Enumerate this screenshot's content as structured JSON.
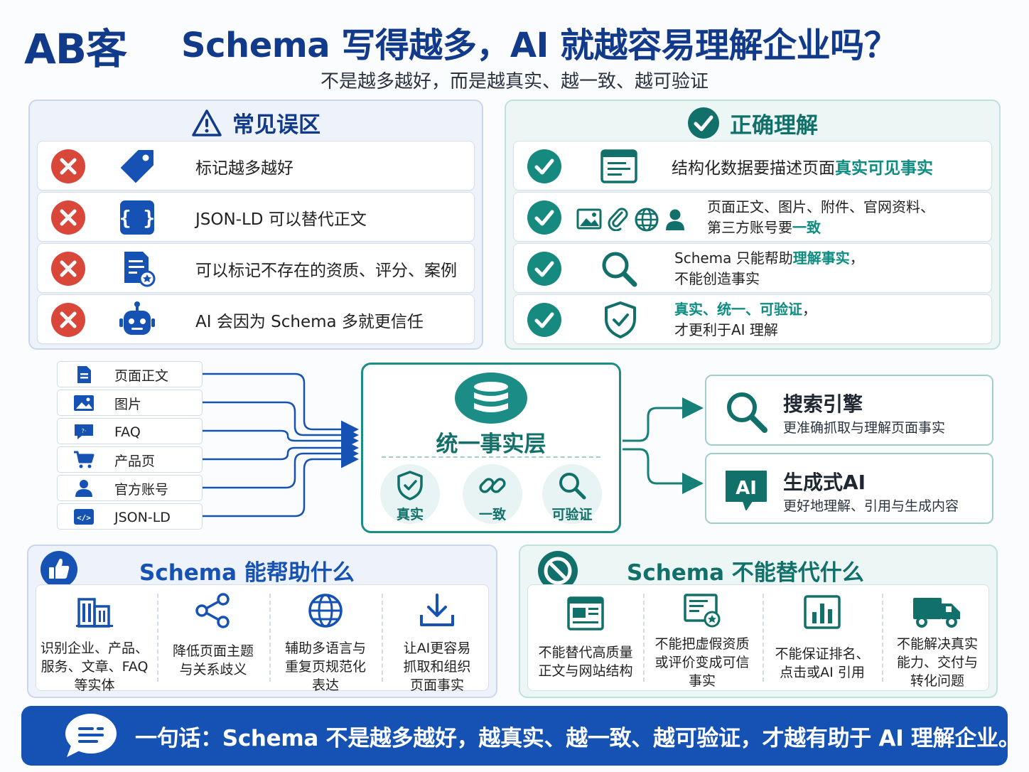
{
  "header": {
    "brand": "AB客",
    "title": "Schema 写得越多，AI 就越容易理解企业吗？",
    "subtitle": "不是越多越好，而是越真实、越一致、越可验证"
  },
  "colors": {
    "navy": "#123a8a",
    "blue": "#1552b4",
    "teal": "#12706a",
    "red": "#d8473a"
  },
  "myths": {
    "title": "常见误区",
    "items": [
      {
        "text": "标记越多越好",
        "icon": "tag-icon"
      },
      {
        "text": "JSON-LD 可以替代正文",
        "icon": "code-braces-icon"
      },
      {
        "text": "可以标记不存在的资质、评分、案例",
        "icon": "certificate-icon"
      },
      {
        "text": "AI 会因为 Schema 多就更信任",
        "icon": "robot-icon"
      }
    ]
  },
  "truths": {
    "title": "正确理解",
    "items": [
      {
        "pre": "结构化数据要描述页面",
        "hl": "真实可见事实",
        "icon": "webpage-icon"
      },
      {
        "line1": "页面正文、图片、附件、官网资料、",
        "line2pre": "第三方账号要",
        "hl": "一致",
        "icon": "assets-icons"
      },
      {
        "line1pre": "Schema 只能帮助",
        "hl": "理解事实",
        "line1post": "，",
        "line2": "不能创造事实",
        "icon": "magnifier-icon"
      },
      {
        "hl": "真实、统一、可验证",
        "line1post": "，",
        "line2": "才更利于AI 理解",
        "icon": "shield-check-icon"
      }
    ]
  },
  "sources": [
    "页面正文",
    "图片",
    "FAQ",
    "产品页",
    "官方账号",
    "JSON-LD"
  ],
  "hub": {
    "title": "统一事实层",
    "items": [
      "真实",
      "一致",
      "可验证"
    ]
  },
  "outputs": [
    {
      "title": "搜索引擎",
      "desc": "更准确抓取与理解页面事实"
    },
    {
      "title": "生成式AI",
      "desc": "更好地理解、引用与生成内容",
      "badge": "AI"
    }
  ],
  "can_help": {
    "title": "Schema 能帮助什么",
    "items": [
      [
        "识别企业、产品、",
        "服务、文章、FAQ",
        "等实体"
      ],
      [
        "降低页面主题",
        "与关系歧义"
      ],
      [
        "辅助多语言与",
        "重复页规范化",
        "表达"
      ],
      [
        "让AI更容易",
        "抓取和组织",
        "页面事实"
      ]
    ]
  },
  "cannot_replace": {
    "title": "Schema 不能替代什么",
    "items": [
      [
        "不能替代高质量",
        "正文与网站结构"
      ],
      [
        "不能把虚假资质",
        "或评价变成可信",
        "事实"
      ],
      [
        "不能保证排名、",
        "点击或AI 引用"
      ],
      [
        "不能解决真实",
        "能力、交付与",
        "转化问题"
      ]
    ]
  },
  "footer": {
    "text": "一句话：Schema 不是越多越好，越真实、越一致、越可验证，才越有助于 AI 理解企业。"
  }
}
